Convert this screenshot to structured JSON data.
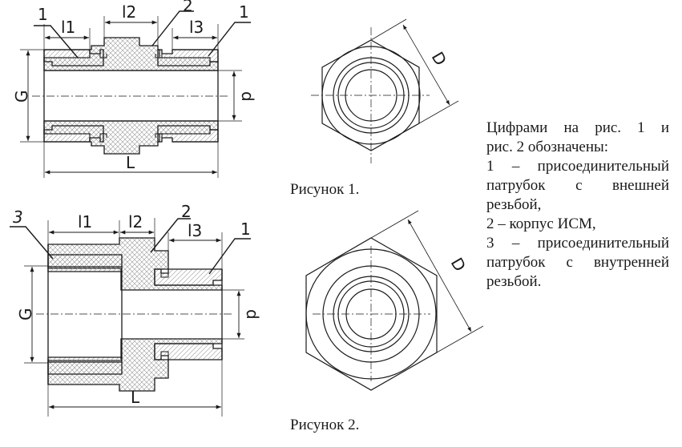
{
  "figure1": {
    "caption": "Рисунок 1.",
    "side_view": {
      "callouts": [
        "1",
        "2",
        "1"
      ],
      "dimensions": {
        "l1": "l1",
        "l2": "l2",
        "l3": "l3",
        "L": "L",
        "G": "G",
        "d": "d"
      }
    },
    "end_view": {
      "dimension": "D"
    }
  },
  "figure2": {
    "caption": "Рисунок 2.",
    "side_view": {
      "callouts": [
        "3",
        "2",
        "1"
      ],
      "dimensions": {
        "l1": "l1",
        "l2": "l2",
        "l3": "l3",
        "L": "L",
        "G": "G",
        "d": "d"
      }
    },
    "end_view": {
      "dimension": "D"
    }
  },
  "description": {
    "lines": [
      "Цифрами на рис. 1 и",
      "рис. 2 обозначены:",
      "1 – присоединительный",
      "патрубок с внешней",
      "резьбой,",
      "2 – корпус ИСМ,",
      "3 – присоединительный",
      "патрубок с внутренней",
      "резьбой."
    ]
  }
}
